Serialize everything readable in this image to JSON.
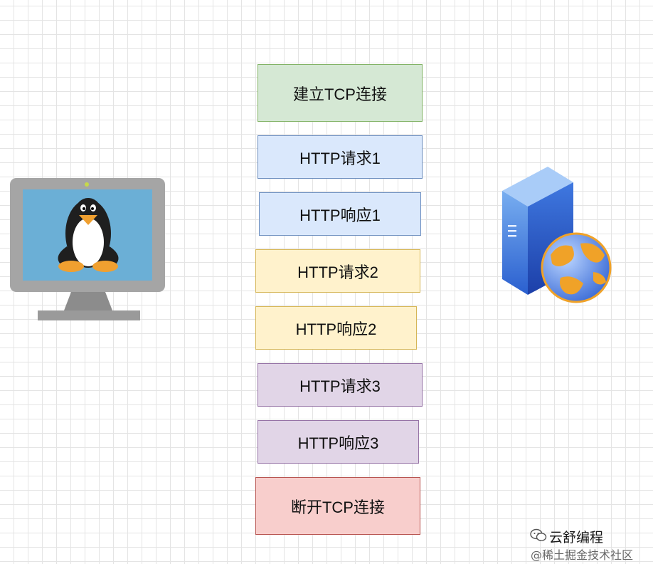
{
  "steps": [
    {
      "label": "建立TCP连接",
      "style": "green"
    },
    {
      "label": "HTTP请求1",
      "style": "blue"
    },
    {
      "label": "HTTP响应1",
      "style": "blue"
    },
    {
      "label": "HTTP请求2",
      "style": "yellow"
    },
    {
      "label": "HTTP响应2",
      "style": "yellow"
    },
    {
      "label": "HTTP请求3",
      "style": "purple"
    },
    {
      "label": "HTTP响应3",
      "style": "purple"
    },
    {
      "label": "断开TCP连接",
      "style": "red"
    }
  ],
  "client": {
    "icon": "linux-computer-icon"
  },
  "server": {
    "icon": "web-server-icon"
  },
  "watermark": {
    "line1": "云舒编程",
    "line2": "@稀土掘金技术社区"
  }
}
